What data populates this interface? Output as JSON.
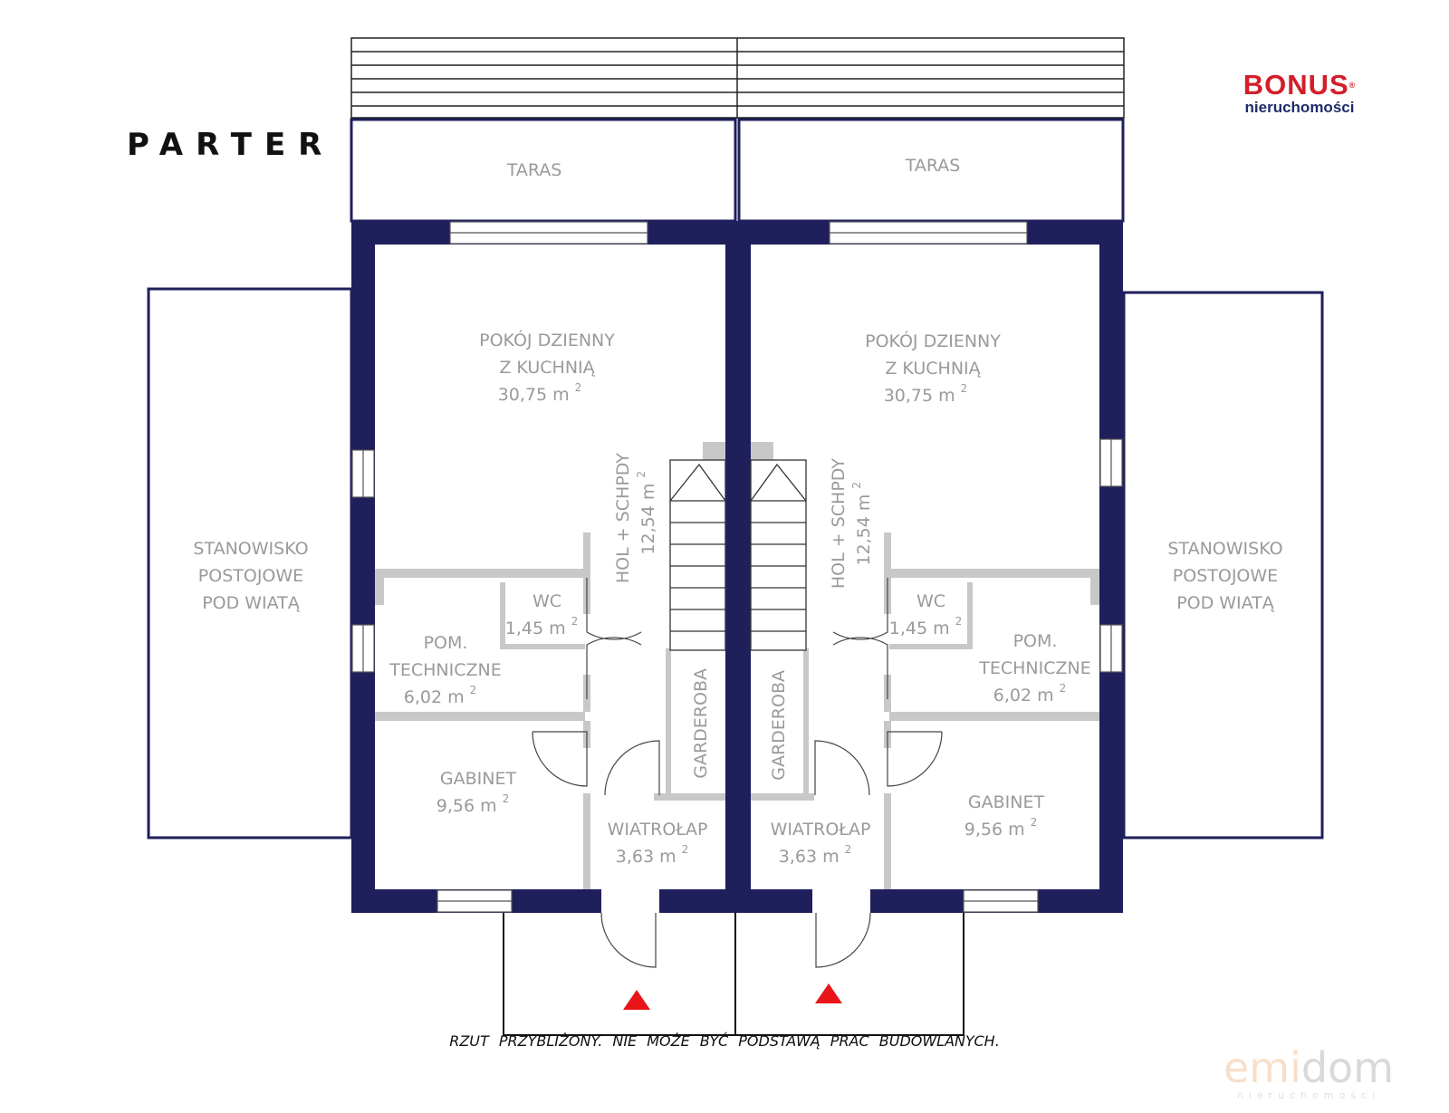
{
  "title": "PARTER",
  "brand": {
    "name": "BONUS",
    "registered": "®",
    "subtitle": "nieruchomości"
  },
  "watermark": {
    "prefix": "emi",
    "suffix": "dom",
    "subtitle": "nieruchomości"
  },
  "footer_note": "RZUT  PRZYBLIŻONY. NIE MOŻE BYĆ PODSTAWĄ PRAC BUDOWLANYCH.",
  "colors": {
    "wall": "#1f1f5c",
    "partition": "#c8c8c8",
    "room_text": "#9a9a9a",
    "entrance_marker": "#e8141a"
  },
  "rooms": {
    "taras": "TARAS",
    "pokoj_line1": "POKÓJ DZIENNY",
    "pokoj_line2": "Z KUCHNIĄ",
    "pokoj_area": "30,75 m",
    "hol_label": "HOL + SCHPDY",
    "hol_area": "12,54 m",
    "wc_label": "WC",
    "wc_area": "1,45 m",
    "pom_line1": "POM.",
    "pom_line2": "TECHNICZNE",
    "pom_area": "6,02 m",
    "gabinet_label": "GABINET",
    "gabinet_area": "9,56 m",
    "wiatrolap_label": "WIATROŁAP",
    "wiatrolap_area": "3,63 m",
    "garderoba_label": "GARDEROBA",
    "stanowisko_line1": "STANOWISKO",
    "stanowisko_line2": "POSTOJOWE",
    "stanowisko_line3": "POD WIATĄ",
    "sq": "2"
  }
}
